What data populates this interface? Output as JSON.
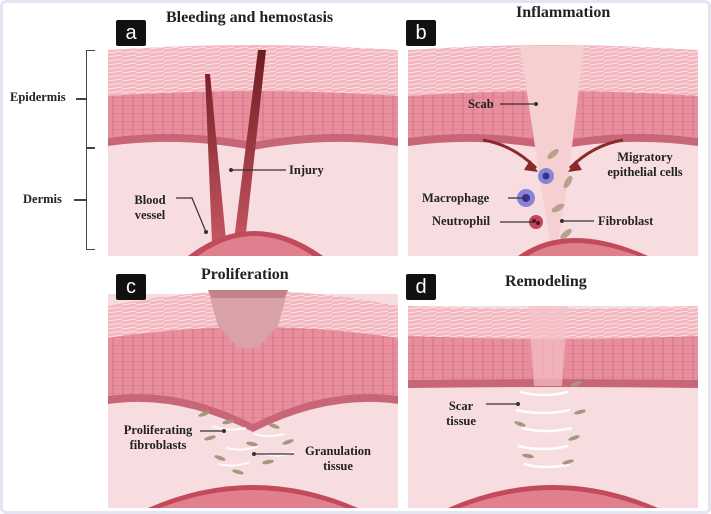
{
  "figure": {
    "side_labels": {
      "epidermis": "Epidermis",
      "dermis": "Dermis"
    },
    "panels": [
      {
        "letter": "a",
        "title": "Bleeding and hemostasis",
        "labels": {
          "injury": "Injury",
          "blood_vessel_1": "Blood",
          "blood_vessel_2": "vessel"
        }
      },
      {
        "letter": "b",
        "title": "Inflammation",
        "labels": {
          "scab": "Scab",
          "migratory_1": "Migratory",
          "migratory_2": "epithelial cells",
          "macrophage": "Macrophage",
          "neutrophil": "Neutrophil",
          "fibroblast": "Fibroblast"
        }
      },
      {
        "letter": "c",
        "title": "Proliferation",
        "labels": {
          "prolif_1": "Proliferating",
          "prolif_2": "fibroblasts",
          "gran_1": "Granulation",
          "gran_2": "tissue"
        }
      },
      {
        "letter": "d",
        "title": "Remodeling",
        "labels": {
          "scar_1": "Scar",
          "scar_2": "tissue"
        }
      }
    ]
  },
  "colors": {
    "dermis": "#f7dde0",
    "epidermis_cells": "#e88e9d",
    "stratum": "#f3b8c0",
    "wound": "#9b2d35",
    "scab": "#f6cfd0",
    "vessel": "#c24a5a"
  }
}
